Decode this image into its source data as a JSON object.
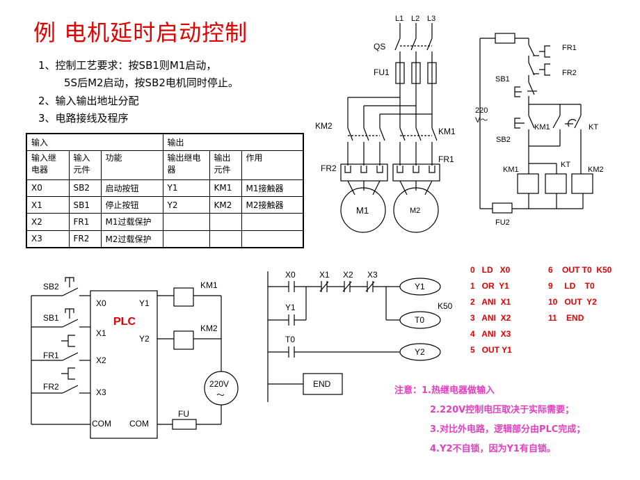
{
  "title": "例  电机延时启动控制",
  "requirements": [
    "1、控制工艺要求：按SB1则M1启动，",
    "5S后M2启动，按SB2电机同时停止。",
    "2、输入输出地址分配",
    "3、电路接线及程序"
  ],
  "io_table": {
    "input_header": "输入",
    "output_header": "输出",
    "col_in_relay": "输入继电器",
    "col_in_elem": "输入元件",
    "col_func": "功能",
    "col_out_relay": "输出继电器",
    "col_out_elem": "输出元件",
    "col_use": "作用",
    "rows": [
      [
        "X0",
        "SB2",
        "启动按钮",
        "Y1",
        "KM1",
        "M1接触器"
      ],
      [
        "X1",
        "SB1",
        "停止按钮",
        "Y2",
        "KM2",
        "M2接触器"
      ],
      [
        "X2",
        "FR1",
        "M1过载保护",
        "",
        "",
        ""
      ],
      [
        "X3",
        "FR2",
        "M2过载保护",
        "",
        "",
        ""
      ]
    ]
  },
  "main_circuit": {
    "L1": "L1",
    "L2": "L2",
    "L3": "L3",
    "QS": "QS",
    "FU1": "FU1",
    "KM2": "KM2",
    "KM1": "KM1",
    "FR2": "FR2",
    "FR1": "FR1",
    "M1": "M1",
    "M2": "M2"
  },
  "control_circuit": {
    "FR1": "FR1",
    "FR2": "FR2",
    "SB1": "SB1",
    "voltage": "220",
    "ac": "V～",
    "SB2": "SB2",
    "KM1_contact": "KM1",
    "KT_contact": "KT",
    "KM1_coil": "KM1",
    "KT_coil": "KT",
    "KM2_coil": "KM2",
    "FU2": "FU2"
  },
  "plc_wiring": {
    "SB2": "SB2",
    "SB1": "SB1",
    "FR1": "FR1",
    "FR2": "FR2",
    "X0": "X0",
    "X1": "X1",
    "X2": "X2",
    "X3": "X3",
    "COM_left": "COM",
    "COM_right": "COM",
    "PLC": "PLC",
    "Y1": "Y1",
    "Y2": "Y2",
    "KM1": "KM1",
    "KM2": "KM2",
    "supply_voltage": "220V",
    "supply_ac": "～",
    "FU": "FU"
  },
  "ladder": {
    "X0": "X0",
    "X1": "X1",
    "X2": "X2",
    "X3": "X3",
    "Y1_contact": "Y1",
    "T0_contact": "T0",
    "Y1_coil": "Y1",
    "T0_coil": "T0",
    "K50": "K50",
    "Y2_coil": "Y2",
    "END": "END"
  },
  "program_left": [
    "0   LD   X0",
    "1   OR  Y1",
    "2   ANI  X1",
    "3   ANI  X2",
    "4   ANI  X3",
    "5   OUT Y1"
  ],
  "program_right": [
    "6    OUT T0  K50",
    "9     LD    T0",
    "10   OUT  Y2",
    "11    END"
  ],
  "notes": [
    "注意：1.热继电器做输入",
    "2.220V控制电压取决于实际需要；",
    "3.对比外电路，逻辑部分由PLC完成；",
    "4.Y2不自锁，因为Y1有自锁。"
  ],
  "colors": {
    "title": "#e00000",
    "program": "#e00000",
    "notes": "#e040c0"
  }
}
